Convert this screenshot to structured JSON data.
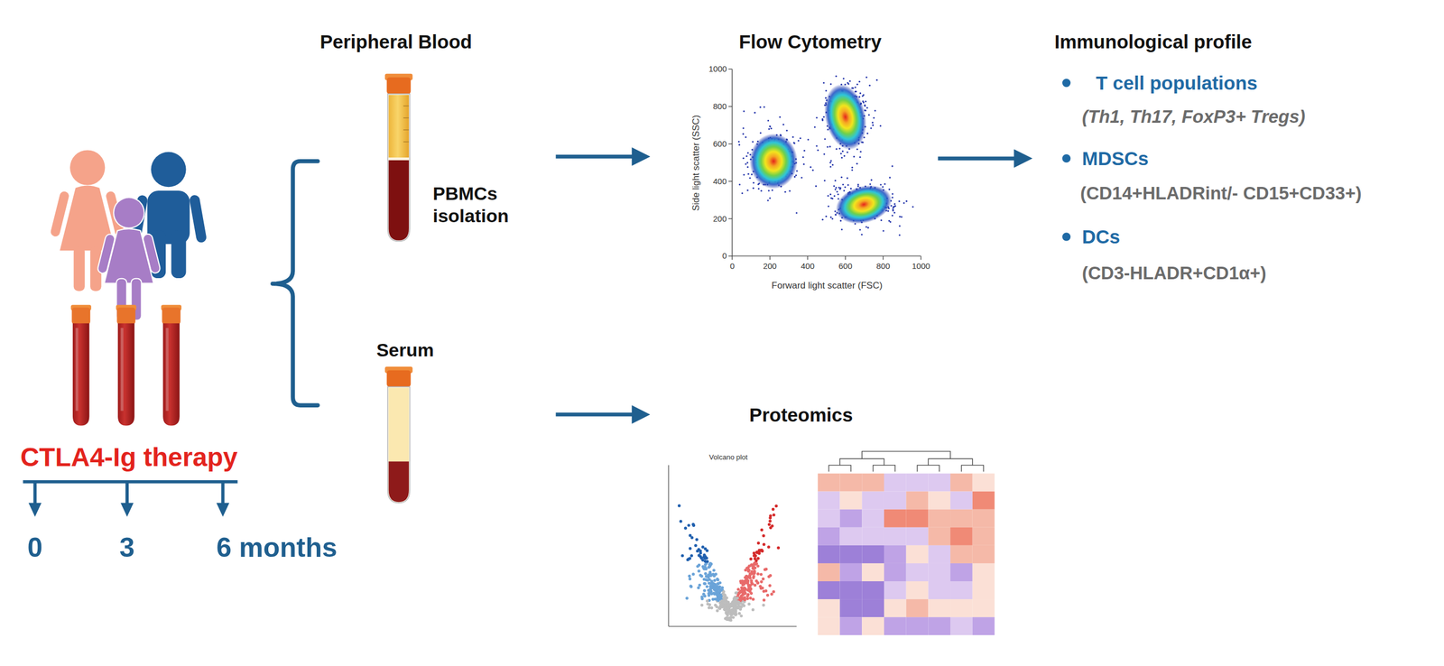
{
  "diagram": {
    "nodes": [
      {
        "text": [
          "Peripheral Blood",
          "PBMCs isolation"
        ]
      },
      {
        "text": [
          "Serum"
        ]
      },
      {
        "text": [
          "Flow Cytometry"
        ]
      },
      {
        "text": [
          "Immunological profile",
          "T cell populations",
          "(Th1, Th17, FoxP3+ Tregs)",
          "MDSCs",
          "(CD14+HLADRint/- CD15+CD33+)",
          "DCs",
          "(CD3-HLADR+CD1α+)"
        ]
      },
      {
        "text": [
          "Proteomics"
        ]
      }
    ],
    "edges": [
      {
        "from": 0,
        "to": 2,
        "arrow": "to"
      },
      {
        "from": 2,
        "to": 3,
        "arrow": "to"
      },
      {
        "from": 1,
        "to": 4,
        "arrow": "to"
      }
    ],
    "labels": [
      "CTLA4-Ig therapy",
      "0",
      "3",
      "6 months",
      "1000",
      "800",
      "600",
      "400",
      "200",
      "0",
      "0",
      "200",
      "400",
      "600",
      "800",
      "1000",
      "Side light scatter (SSC)",
      "Forward light scatter (FSC)",
      "Volcano plot"
    ]
  }
}
